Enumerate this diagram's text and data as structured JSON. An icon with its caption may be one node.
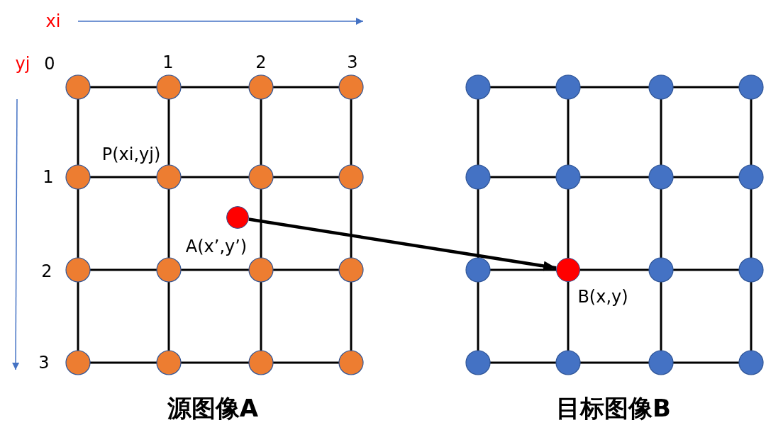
{
  "diagram": {
    "nodes": [
      {
        "text": [],
        "shape": "circle",
        "beside": [
          "A(x’,y’)"
        ]
      },
      {
        "text": [],
        "shape": "circle",
        "beside": [
          "B(x,y)"
        ]
      }
    ],
    "edges": [
      {
        "from": 0,
        "to": 1,
        "arrow": "to"
      }
    ],
    "labels": [
      "xi",
      "yj",
      "0",
      "1",
      "2",
      "3",
      "P(xi,yj)",
      "1",
      "2",
      "3",
      "源图像A",
      "目标图像B"
    ]
  }
}
